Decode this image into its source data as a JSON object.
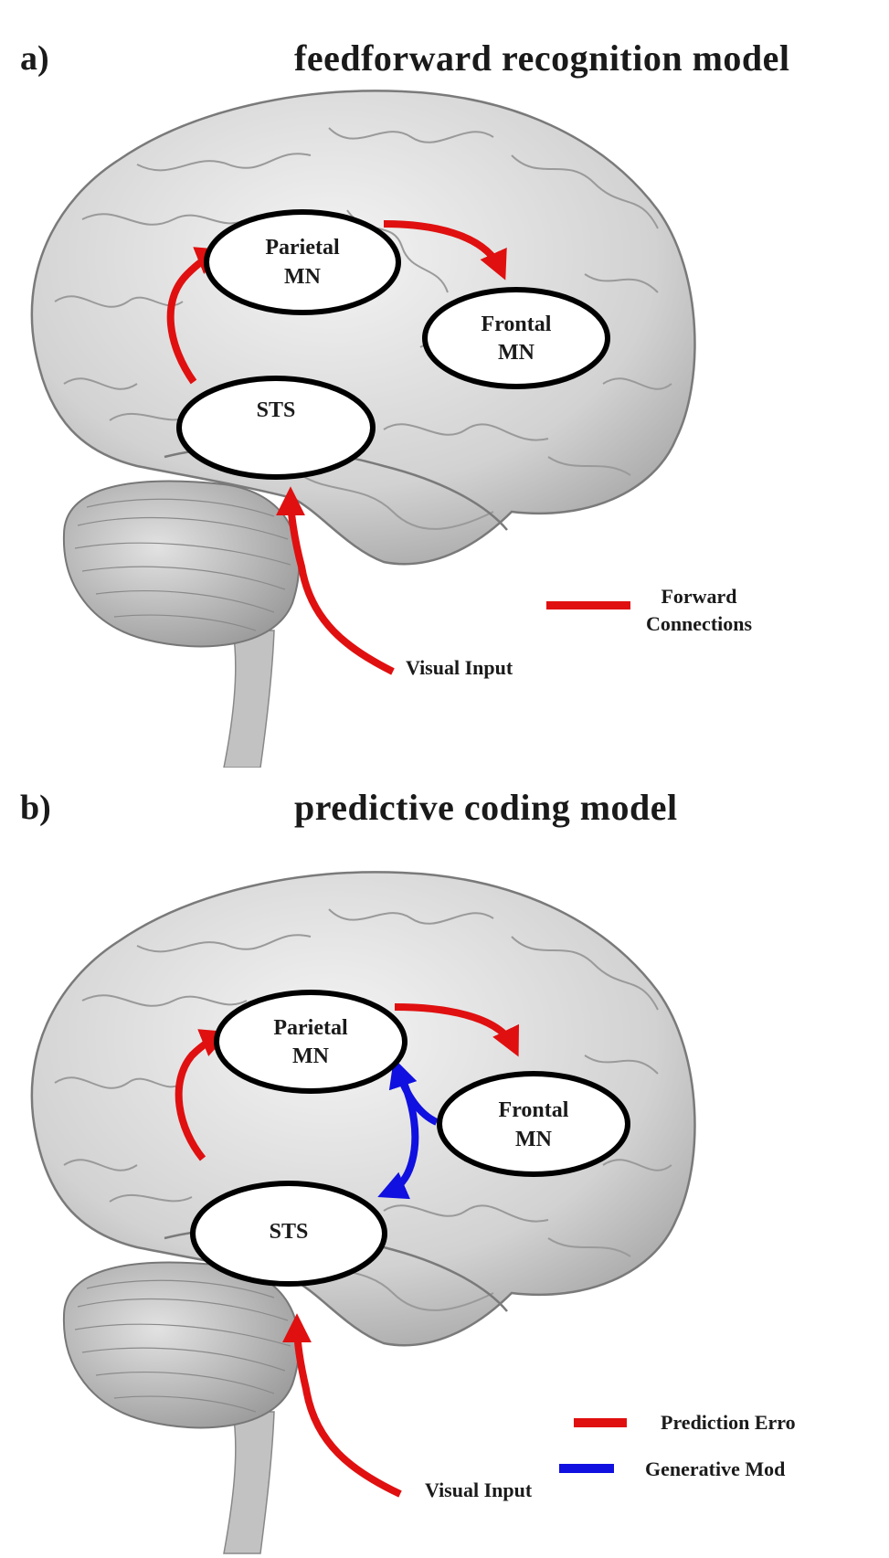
{
  "panel_a": {
    "letter": "a)",
    "title": "feedforward recognition model",
    "nodes": {
      "parietal": [
        "Parietal",
        "MN"
      ],
      "frontal": [
        "Frontal",
        "MN"
      ],
      "sts": "STS"
    },
    "visual_input": "Visual Input",
    "legend": [
      {
        "lines": [
          "Forward",
          "Connections"
        ],
        "color": "#e01010"
      }
    ]
  },
  "panel_b": {
    "letter": "b)",
    "title": "predictive coding model",
    "nodes": {
      "parietal": [
        "Parietal",
        "MN"
      ],
      "frontal": [
        "Frontal",
        "MN"
      ],
      "sts": "STS"
    },
    "visual_input": "Visual Input",
    "legend": [
      {
        "label": "Prediction Erro",
        "color": "#e01010"
      },
      {
        "label": "Generative Mod",
        "color": "#1010e0"
      }
    ]
  },
  "colors": {
    "forward": "#e01010",
    "generative": "#1010e0",
    "brain": "#d4d4d4",
    "cerebellum": "#c8c8c8"
  }
}
